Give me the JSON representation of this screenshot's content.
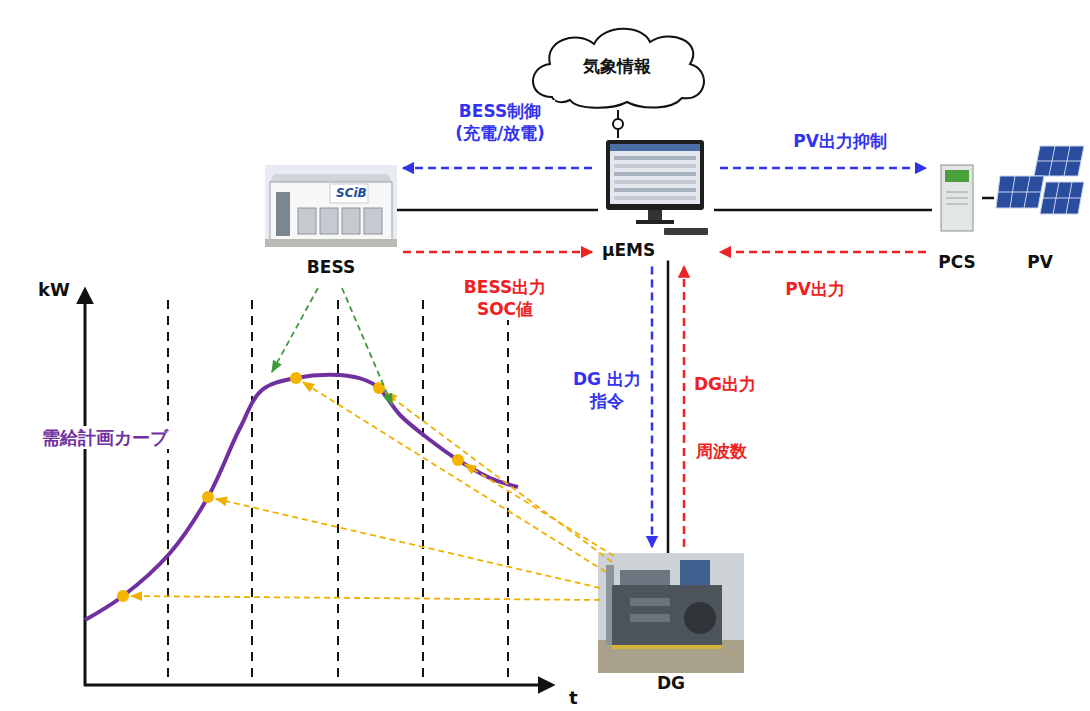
{
  "diagram": {
    "nodes": [
      {
        "text": [
          "気象情報"
        ]
      },
      {
        "text": [
          "BESS"
        ]
      },
      {
        "text": [
          "μEMS"
        ]
      },
      {
        "text": [
          "PCS"
        ]
      },
      {
        "text": [
          "PV"
        ]
      },
      {
        "text": [
          "DG"
        ]
      }
    ],
    "edges": [
      {
        "from": 0,
        "to": 2,
        "arrow": "none"
      },
      {
        "from": 1,
        "to": 2,
        "arrow": "none"
      },
      {
        "from": 2,
        "to": 3,
        "arrow": "none"
      },
      {
        "from": 3,
        "to": 4,
        "arrow": "none"
      },
      {
        "from": 2,
        "to": 5,
        "arrow": "none"
      },
      {
        "from": 2,
        "to": 1,
        "arrow": "to",
        "label": "BESS制御 (充電/放電)"
      },
      {
        "from": 1,
        "to": 2,
        "arrow": "to",
        "label": "BESS出力 SOC値"
      },
      {
        "from": 2,
        "to": 3,
        "arrow": "to",
        "label": "PV出力抑制"
      },
      {
        "from": 3,
        "to": 2,
        "arrow": "to",
        "label": "PV出力"
      },
      {
        "from": 2,
        "to": 5,
        "arrow": "to",
        "label": "DG 出力指令"
      },
      {
        "from": 5,
        "to": 2,
        "arrow": "to",
        "label": "DG出力"
      }
    ],
    "labels": [
      "kW",
      "t",
      "需給計画カーブ",
      "周波数",
      "SCiB"
    ]
  }
}
